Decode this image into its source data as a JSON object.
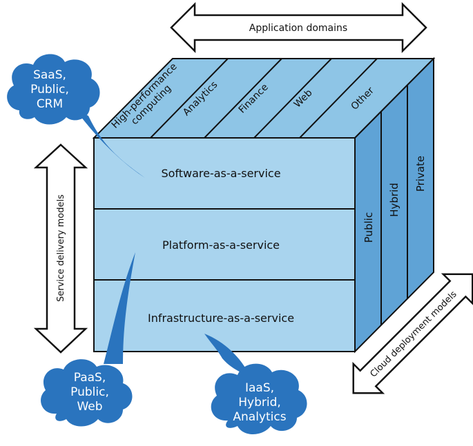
{
  "top_arrow": {
    "label": "Application domains"
  },
  "left_arrow": {
    "label": "Service delivery models"
  },
  "right_arrow": {
    "label": "Cloud deployment models"
  },
  "domains": [
    "High-performance",
    "computing",
    "Analytics",
    "Finance",
    "Web",
    "Other"
  ],
  "layers": [
    "Software-as-a-service",
    "Platform-as-a-service",
    "Infrastructure-as-a-service"
  ],
  "deployments": [
    "Public",
    "Hybrid",
    "Private"
  ],
  "clouds": {
    "saas": [
      "SaaS,",
      "Public,",
      "CRM"
    ],
    "paas": [
      "PaaS,",
      "Public,",
      "Web"
    ],
    "iaas": [
      "IaaS,",
      "Hybrid,",
      "Analytics"
    ]
  },
  "colors": {
    "front": "#a9d4ee",
    "top": "#8ec5e6",
    "side": "#5fa3d6",
    "cloud": "#2a74be",
    "outline": "#111111"
  }
}
